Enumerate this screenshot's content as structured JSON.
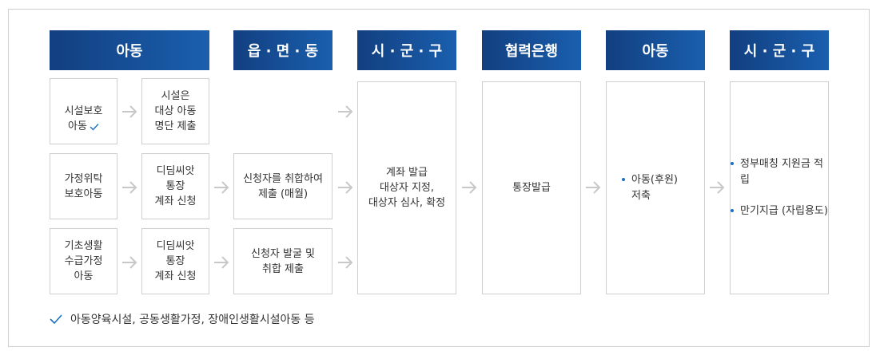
{
  "headers": {
    "child1": "아동",
    "office": "읍 · 면 · 동",
    "city1": "시 · 군 · 구",
    "bank": "협력은행",
    "child2": "아동",
    "city2": "시 · 군 · 구"
  },
  "col1": {
    "facility": "시설보호\n아동",
    "foster": "가정위탁\n보호아동",
    "basic": "기초생활\n수급가정\n아동"
  },
  "col2": {
    "facility_list": "시설은\n대상 아동\n명단 제출",
    "foster_apply": "디딤씨앗\n통장\n계좌 신청",
    "basic_apply": "디딤씨앗\n통장\n계좌 신청"
  },
  "col3": {
    "monthly": "신청자를 취합하여\n제출 (매월)",
    "discover": "신청자 발굴 및\n취합 제출"
  },
  "col4": {
    "text": "계좌 발급\n대상자 지정,\n대상자 심사, 확정"
  },
  "col5": {
    "text": "통장발급"
  },
  "col6": {
    "items": [
      "아동(후원)\n저축"
    ]
  },
  "col7": {
    "items": [
      "정부매칭 지원금 적립",
      "만기지급 (자립용도)"
    ]
  },
  "footnote": "아동양육시설, 공동생활가정, 장애인생활시설아동 등",
  "colors": {
    "header": "#1a5fae",
    "check": "#1a6fc4",
    "arrow": "#c8c8c8",
    "border": "#cfcfcf"
  }
}
